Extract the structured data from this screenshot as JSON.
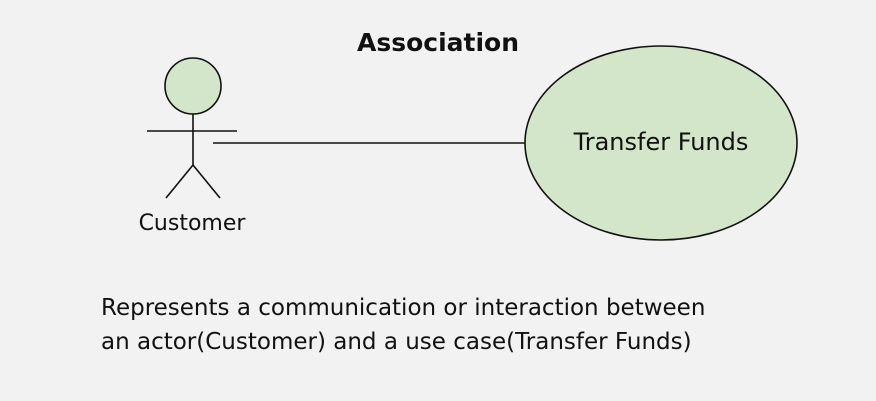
{
  "title": "Association",
  "actor": {
    "label": "Customer"
  },
  "use_case": {
    "label": "Transfer Funds"
  },
  "description": {
    "line1": "Represents a communication or interaction between",
    "line2": "an actor(Customer) and a use case(Transfer Funds)"
  },
  "colors": {
    "background": "#f2f2f2",
    "fill": "#d4e6ca",
    "stroke": "#111111",
    "text": "#111111"
  }
}
